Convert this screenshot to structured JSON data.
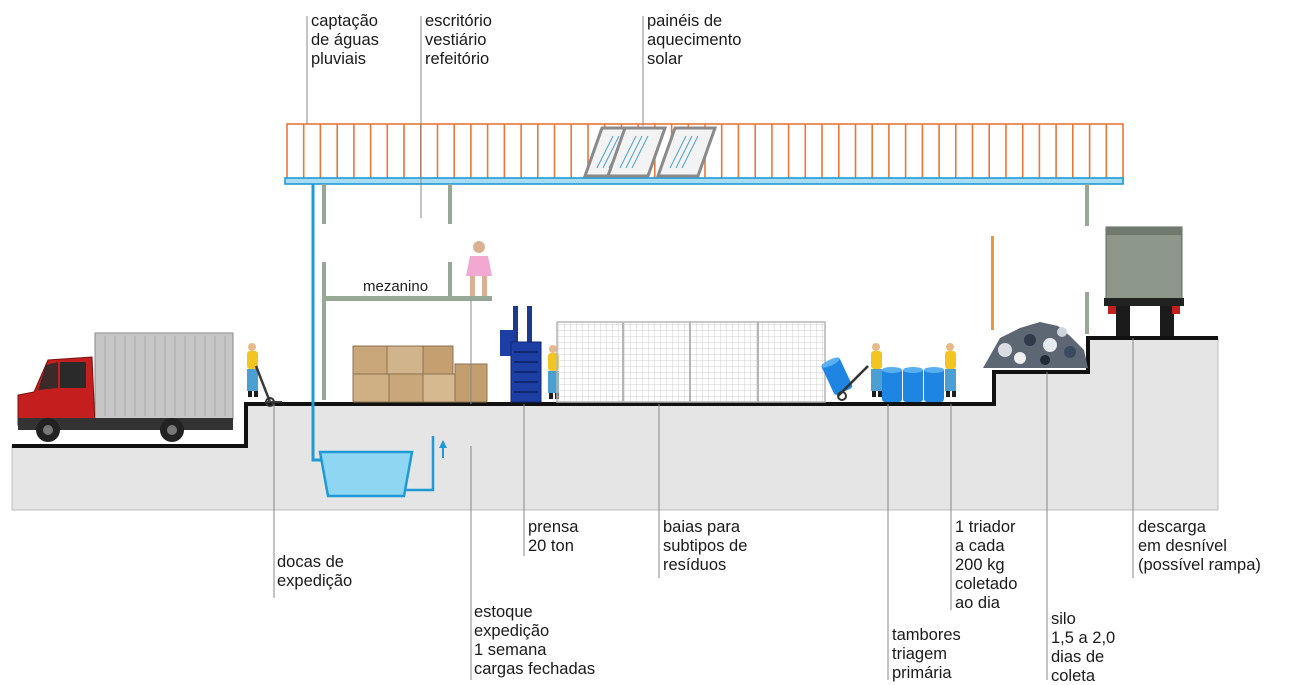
{
  "colors": {
    "roof_orange": "#e8773a",
    "water_blue": "#1f9ad6",
    "tank_fill": "#8fd6f3",
    "ground_fill": "#e5e5e5",
    "structure_green": "#97a896",
    "barrel_blue": "#1e86e2",
    "truck_red": "#c51e1e"
  },
  "labels": {
    "captacao": {
      "lines": [
        "captação",
        "de águas",
        "pluviais"
      ]
    },
    "escritorio": {
      "lines": [
        "escritório",
        "vestiário",
        "refeitório"
      ]
    },
    "paineis": {
      "lines": [
        "painéis de",
        "aquecimento",
        "solar"
      ]
    },
    "mezanino": {
      "lines": [
        "mezanino"
      ]
    },
    "docas": {
      "lines": [
        "docas de",
        "expedição"
      ]
    },
    "estoque": {
      "lines": [
        "estoque",
        "expedição",
        "1 semana",
        "cargas fechadas"
      ]
    },
    "prensa": {
      "lines": [
        "prensa",
        "20 ton"
      ]
    },
    "baias": {
      "lines": [
        "baias para",
        "subtipos de",
        "resíduos"
      ]
    },
    "tambores": {
      "lines": [
        "tambores",
        "triagem",
        "primária"
      ]
    },
    "triador": {
      "lines": [
        "1 triador",
        "a cada",
        "200 kg",
        "coletado",
        "ao dia"
      ]
    },
    "silo": {
      "lines": [
        "silo",
        "1,5 a 2,0",
        "dias de",
        "coleta"
      ]
    },
    "descarga": {
      "lines": [
        "descarga",
        "em desnível",
        "(possível rampa)"
      ]
    }
  },
  "icons": [
    "truck-left",
    "truck-right",
    "worker",
    "hand-truck",
    "bales",
    "press-machine",
    "mesh-bays",
    "barrels",
    "waste-pile",
    "solar-panels",
    "water-tank",
    "up-arrow"
  ]
}
